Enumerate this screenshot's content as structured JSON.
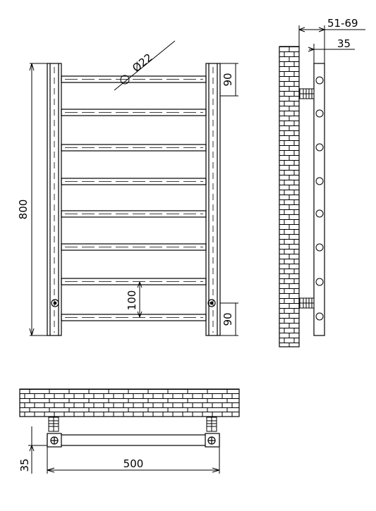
{
  "front_view": {
    "height_label": "800",
    "diameter_label": "Ø22",
    "top_gap_label": "90",
    "bottom_gap_label": "90",
    "rail_spacing_label": "100",
    "rail_count": 8
  },
  "side_view": {
    "offset_label": "51-69",
    "depth_label": "35",
    "hole_count": 8
  },
  "top_view": {
    "width_label": "500",
    "depth_label": "35"
  }
}
